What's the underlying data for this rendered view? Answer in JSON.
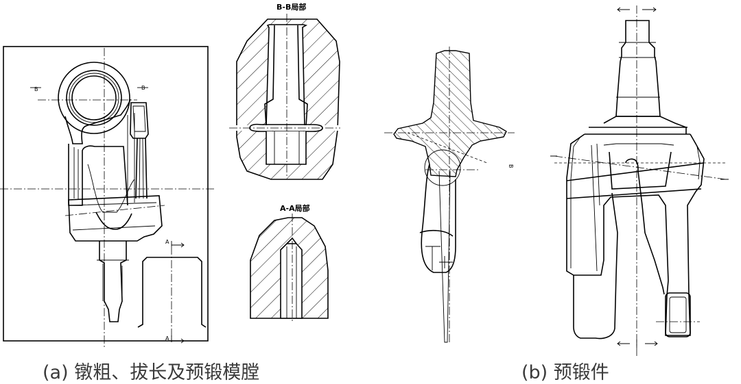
{
  "captions": {
    "a": "(a) 镦粗、拔长及预锻模膛",
    "b": "(b) 预锻件"
  },
  "section_labels": {
    "bb": "B-B局部",
    "aa": "A-A局部"
  },
  "cut_marks": {
    "b": "B",
    "a": "A"
  }
}
